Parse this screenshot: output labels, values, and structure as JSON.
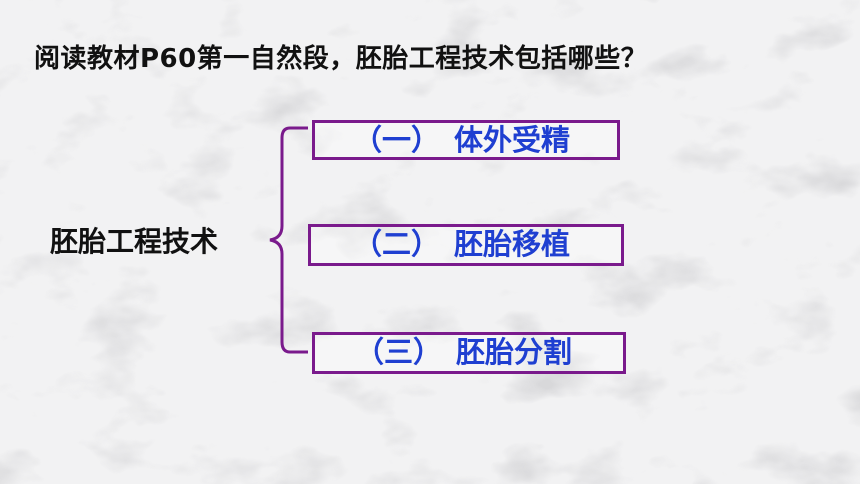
{
  "question": "阅读教材P60第一自然段，胚胎工程技术包括哪些？",
  "topic": "胚胎工程技术",
  "items": [
    {
      "number": "（一）",
      "text": "体外受精"
    },
    {
      "number": "（二）",
      "text": "胚胎移植"
    },
    {
      "number": "（三）",
      "text": "胚胎分割"
    }
  ],
  "colors": {
    "box_border": "#7a1a8c",
    "item_text": "#1f3fd1",
    "bracket": "#7a1a8c"
  },
  "icons": {
    "bracket": "curly-brace-icon"
  }
}
